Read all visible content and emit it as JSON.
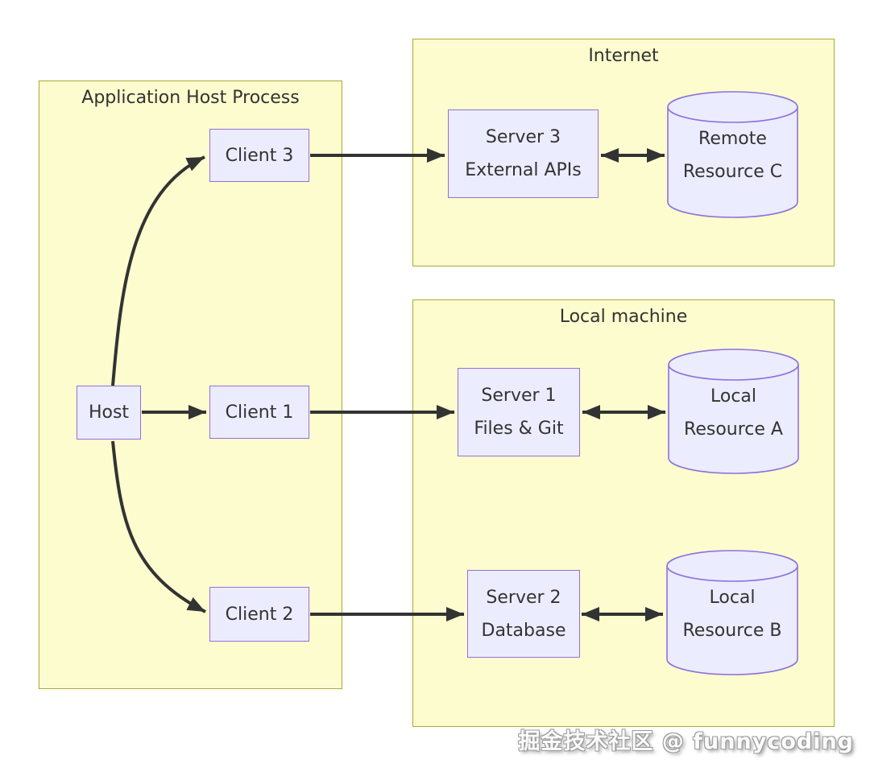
{
  "containers": {
    "app_host": {
      "title": "Application Host Process"
    },
    "internet": {
      "title": "Internet"
    },
    "local_machine": {
      "title": "Local machine"
    }
  },
  "nodes": {
    "host": {
      "label": "Host"
    },
    "client3": {
      "label": "Client 3"
    },
    "client1": {
      "label": "Client 1"
    },
    "client2": {
      "label": "Client 2"
    },
    "server3": {
      "line1": "Server 3",
      "line2": "External APIs"
    },
    "server1": {
      "line1": "Server 1",
      "line2": "Files & Git"
    },
    "server2": {
      "line1": "Server 2",
      "line2": "Database"
    },
    "resource_c": {
      "line1": "Remote",
      "line2": "Resource C"
    },
    "resource_a": {
      "line1": "Local",
      "line2": "Resource A"
    },
    "resource_b": {
      "line1": "Local",
      "line2": "Resource B"
    }
  },
  "edges": [
    {
      "from": "Host",
      "to": "Client 3",
      "type": "arrow"
    },
    {
      "from": "Host",
      "to": "Client 1",
      "type": "arrow"
    },
    {
      "from": "Host",
      "to": "Client 2",
      "type": "arrow"
    },
    {
      "from": "Client 3",
      "to": "Server 3",
      "type": "arrow"
    },
    {
      "from": "Client 1",
      "to": "Server 1",
      "type": "arrow"
    },
    {
      "from": "Client 2",
      "to": "Server 2",
      "type": "arrow"
    },
    {
      "from": "Server 3",
      "to": "Remote Resource C",
      "type": "bidirectional"
    },
    {
      "from": "Server 1",
      "to": "Local Resource A",
      "type": "bidirectional"
    },
    {
      "from": "Server 2",
      "to": "Local Resource B",
      "type": "bidirectional"
    }
  ],
  "colors": {
    "container_fill": "#FCFCCE",
    "container_border": "#AAAA33",
    "node_fill": "#ECECFF",
    "node_border": "#9370DB",
    "cylinder_border": "#8B72DE",
    "edge": "#333333",
    "text": "#333333"
  },
  "watermark": {
    "text": "掘金技术社区 @ funnycoding"
  }
}
